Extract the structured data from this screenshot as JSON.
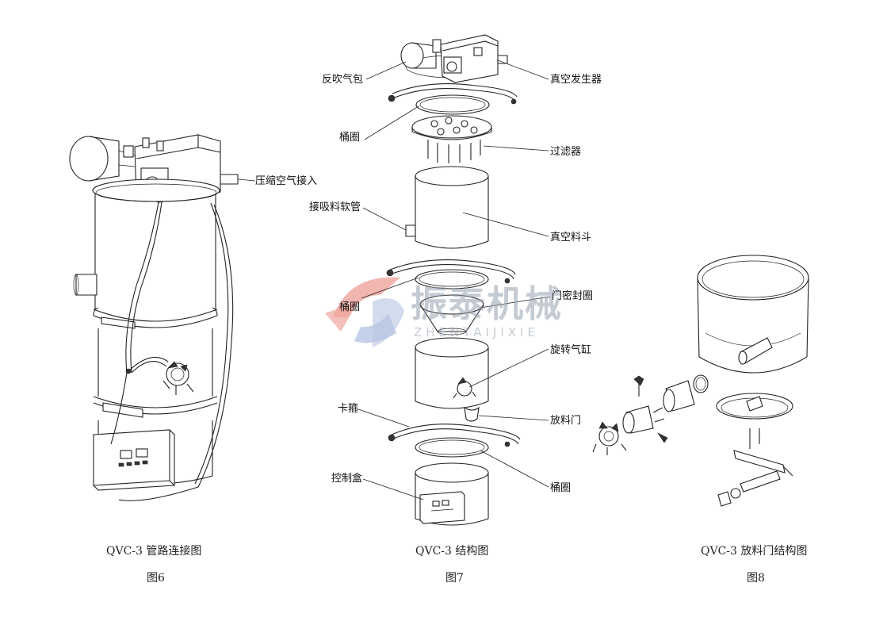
{
  "figure6": {
    "labels": {
      "compressed_air_inlet": "压缩空气接入"
    },
    "caption": "QVC-3 管路连接图",
    "number": "图6"
  },
  "figure7": {
    "labels": {
      "backblow_air_tank": "反吹气包",
      "vacuum_generator": "真空发生器",
      "barrel_ring_top": "桶圈",
      "filter": "过滤器",
      "suction_hose": "接吸料软管",
      "vacuum_hopper": "真空料斗",
      "barrel_ring_mid": "桶圈",
      "door_seal": "门密封圈",
      "rotary_cylinder": "旋转气缸",
      "clamp": "卡箍",
      "discharge_door": "放料门",
      "barrel_ring_bottom": "桶圈",
      "control_box": "控制盒"
    },
    "caption": "QVC-3 结构图",
    "number": "图7"
  },
  "figure8": {
    "caption": "QVC-3 放料门结构图",
    "number": "图8"
  },
  "watermark": {
    "text_cn": "振泰机械",
    "text_en": "ZHENTAIJIXIE",
    "logo_red": "#e8867c",
    "logo_blue": "#9fb3d8"
  }
}
